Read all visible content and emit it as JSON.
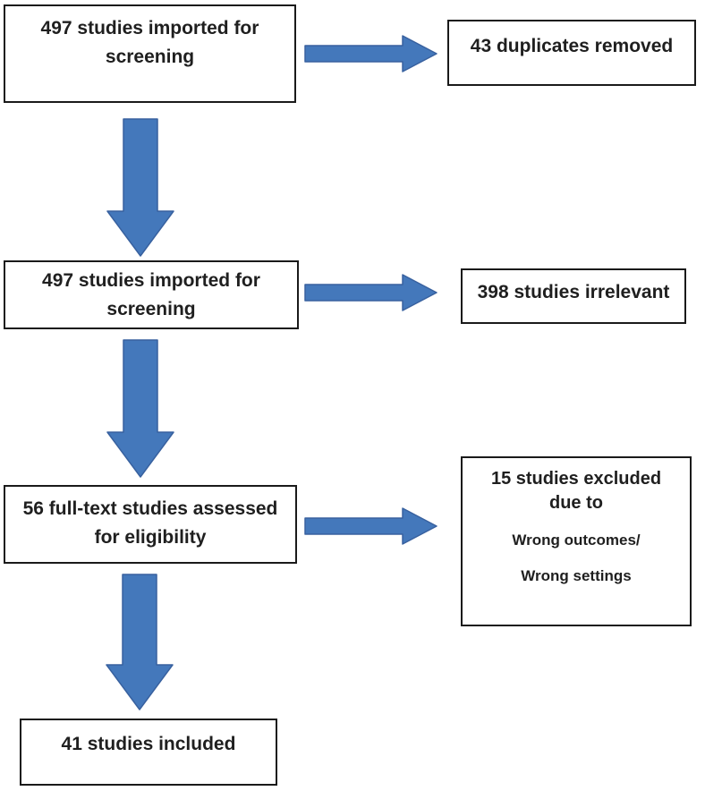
{
  "colors": {
    "arrow_fill": "#4478BB",
    "arrow_stroke": "#38619F",
    "box_border": "#1A1A1A",
    "text": "#1F1F1F",
    "background": "#FFFFFF"
  },
  "boxes": {
    "imported_top": {
      "lines": [
        "497 studies imported for",
        "screening"
      ]
    },
    "duplicates": {
      "lines": [
        "43 duplicates removed"
      ]
    },
    "imported_second": {
      "lines": [
        "497 studies imported for",
        "screening"
      ]
    },
    "irrelevant": {
      "lines": [
        "398 studies irrelevant"
      ]
    },
    "fulltext": {
      "lines": [
        "56 full-text studies assessed",
        "for eligibility"
      ]
    },
    "excluded": {
      "heading_lines": [
        "15 studies excluded",
        "due to"
      ],
      "reasons": [
        "Wrong outcomes/",
        "Wrong settings"
      ]
    },
    "included": {
      "lines": [
        "41 studies included"
      ]
    }
  }
}
